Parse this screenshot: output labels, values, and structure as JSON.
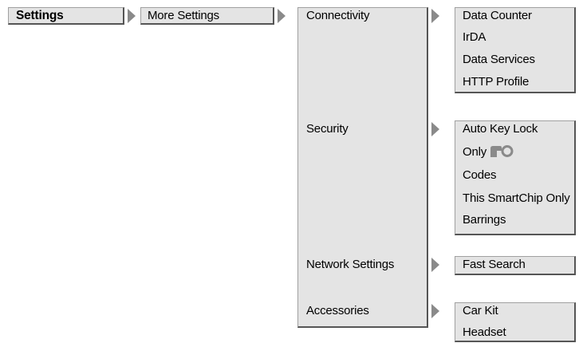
{
  "level1": {
    "label": "Settings"
  },
  "level2": {
    "label": "More Settings"
  },
  "level3": {
    "items": [
      "Connectivity",
      "Security",
      "Network Settings",
      "Accessories"
    ]
  },
  "submenus": {
    "connectivity": [
      "Data Counter",
      "IrDA",
      "Data Services",
      "HTTP Profile"
    ],
    "security": [
      "Auto Key Lock",
      "Only",
      "Codes",
      "This SmartChip Only",
      "Barrings"
    ],
    "network": [
      "Fast Search"
    ],
    "accessories": [
      "Car Kit",
      "Headset"
    ]
  },
  "icons": {
    "only_key": "key-lock-icon"
  },
  "colors": {
    "box_fill": "#e4e4e4",
    "arrow": "#8a8a8a",
    "icon": "#8a8a8a"
  }
}
